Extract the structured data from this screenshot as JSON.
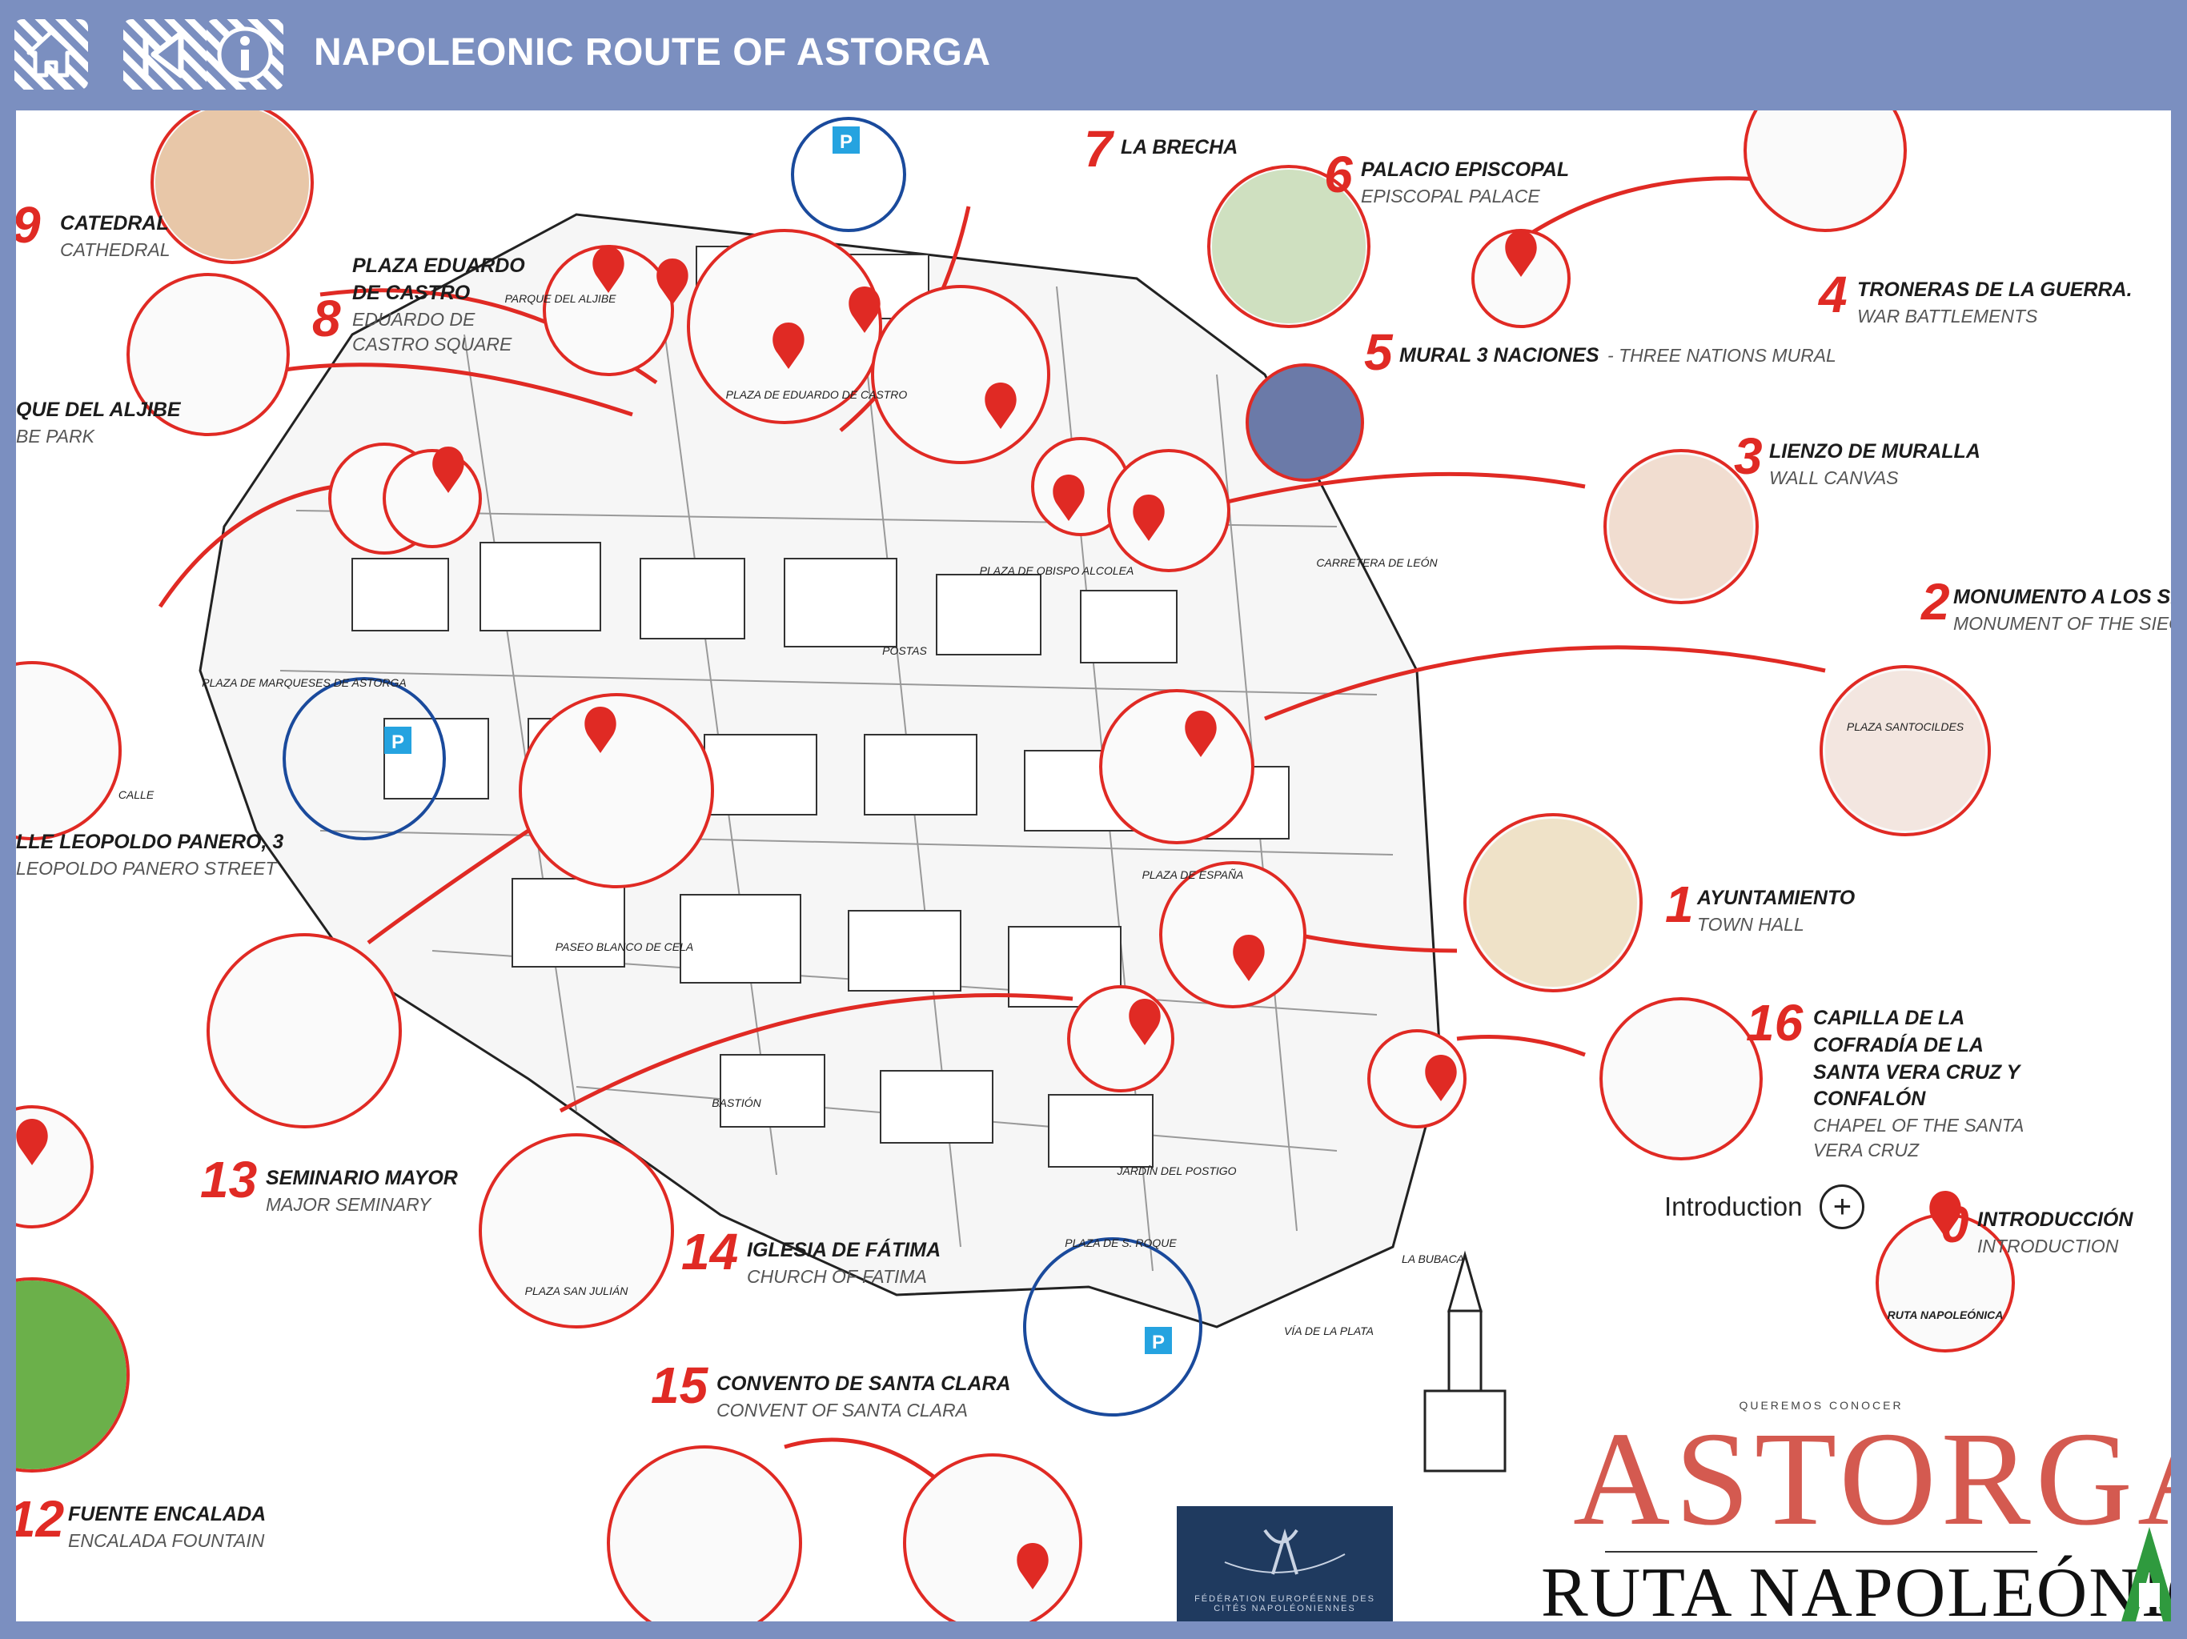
{
  "header": {
    "title": "NAPOLEONIC ROUTE OF ASTORGA",
    "icons": [
      "home-icon",
      "back-icon",
      "info-icon"
    ]
  },
  "colors": {
    "header_bg": "#7b8fc0",
    "route_red": "#e02a24",
    "parking_blue": "#1a4a9c",
    "parking_badge": "#25a3e0",
    "brand_red": "#d45a50"
  },
  "pois": [
    {
      "num": "0",
      "es": "INTRODUCCIÓN",
      "en": "INTRODUCTION"
    },
    {
      "num": "1",
      "es": "AYUNTAMIENTO",
      "en": "TOWN HALL"
    },
    {
      "num": "2",
      "es": "MONUMENTO A LOS SITIO",
      "en": "MONUMENT OF THE SIEGE"
    },
    {
      "num": "3",
      "es": "LIENZO DE MURALLA",
      "en": "WALL CANVAS"
    },
    {
      "num": "4",
      "es": "TRONERAS DE LA GUERRA.",
      "en": "WAR BATTLEMENTS"
    },
    {
      "num": "5",
      "es": "MURAL 3 NACIONES",
      "en": "- THREE NATIONS MURAL"
    },
    {
      "num": "6",
      "es": "PALACIO EPISCOPAL",
      "en": "EPISCOPAL PALACE"
    },
    {
      "num": "7",
      "es": "LA BRECHA",
      "en": ""
    },
    {
      "num": "8",
      "es": "PLAZA EDUARDO DE CASTRO",
      "en": "EDUARDO DE CASTRO SQUARE"
    },
    {
      "num": "9",
      "es": "CATEDRAL",
      "en": "CATHEDRAL"
    },
    {
      "num": "",
      "es": "QUE DEL ALJIBE",
      "en": "BE PARK"
    },
    {
      "num": "",
      "es": "LLE LEOPOLDO PANERO, 3",
      "en": "LEOPOLDO PANERO STREET"
    },
    {
      "num": "12",
      "es": "FUENTE ENCALADA",
      "en": "ENCALADA FOUNTAIN"
    },
    {
      "num": "13",
      "es": "SEMINARIO MAYOR",
      "en": "MAJOR SEMINARY"
    },
    {
      "num": "14",
      "es": "IGLESIA DE FÁTIMA",
      "en": "CHURCH OF FATIMA"
    },
    {
      "num": "15",
      "es": "CONVENTO DE SANTA CLARA",
      "en": "CONVENT OF SANTA CLARA"
    },
    {
      "num": "16",
      "es": "CAPILLA DE LA COFRADÍA DE LA SANTA VERA CRUZ Y CONFALÓN",
      "en": "CHAPEL OF THE SANTA VERA CRUZ"
    }
  ],
  "map_labels": {
    "parking": "P",
    "plaza_santocildes": "PLAZA SANTOCILDES",
    "plaza_san_julian": "PLAZA SAN JULIÁN",
    "plaza_eduardo_castro": "PLAZA DE EDUARDO DE CASTRO",
    "plaza_obispo_alcolea": "PLAZA DE OBISPO ALCOLEA",
    "plaza_espana": "PLAZA DE ESPAÑA",
    "plaza_marqueses": "PLAZA DE MARQUESES DE ASTORGA",
    "plaza_s_roque": "PLAZA DE S. ROQUE",
    "carretera_leon": "CARRETERA DE LEÓN",
    "via_plata": "VÍA DE LA PLATA",
    "bastion": "BASTIÓN",
    "parque_aljibe": "PARQUE DEL ALJIBE",
    "calle": "CALLE",
    "postas": "POSTAS",
    "la_bubaca": "LA BUBACA",
    "paseo_blanco_cela": "PASEO BLANCO DE CELA",
    "jardin_postigo": "JARDÍN DEL POSTIGO",
    "ruta_napoleonica_badge": "RUTA NAPOLEÓNICA"
  },
  "intro_link": {
    "label": "Introduction",
    "icon": "plus-circle-icon"
  },
  "brand": {
    "tagline": "QUEREMOS CONOCER",
    "city": "ASTORGA",
    "route": "RUTA NAPOLEÓNICA",
    "federation": "FÉDÉRATION EUROPÉENNE DES CITÉS NAPOLÉONIENNES"
  }
}
